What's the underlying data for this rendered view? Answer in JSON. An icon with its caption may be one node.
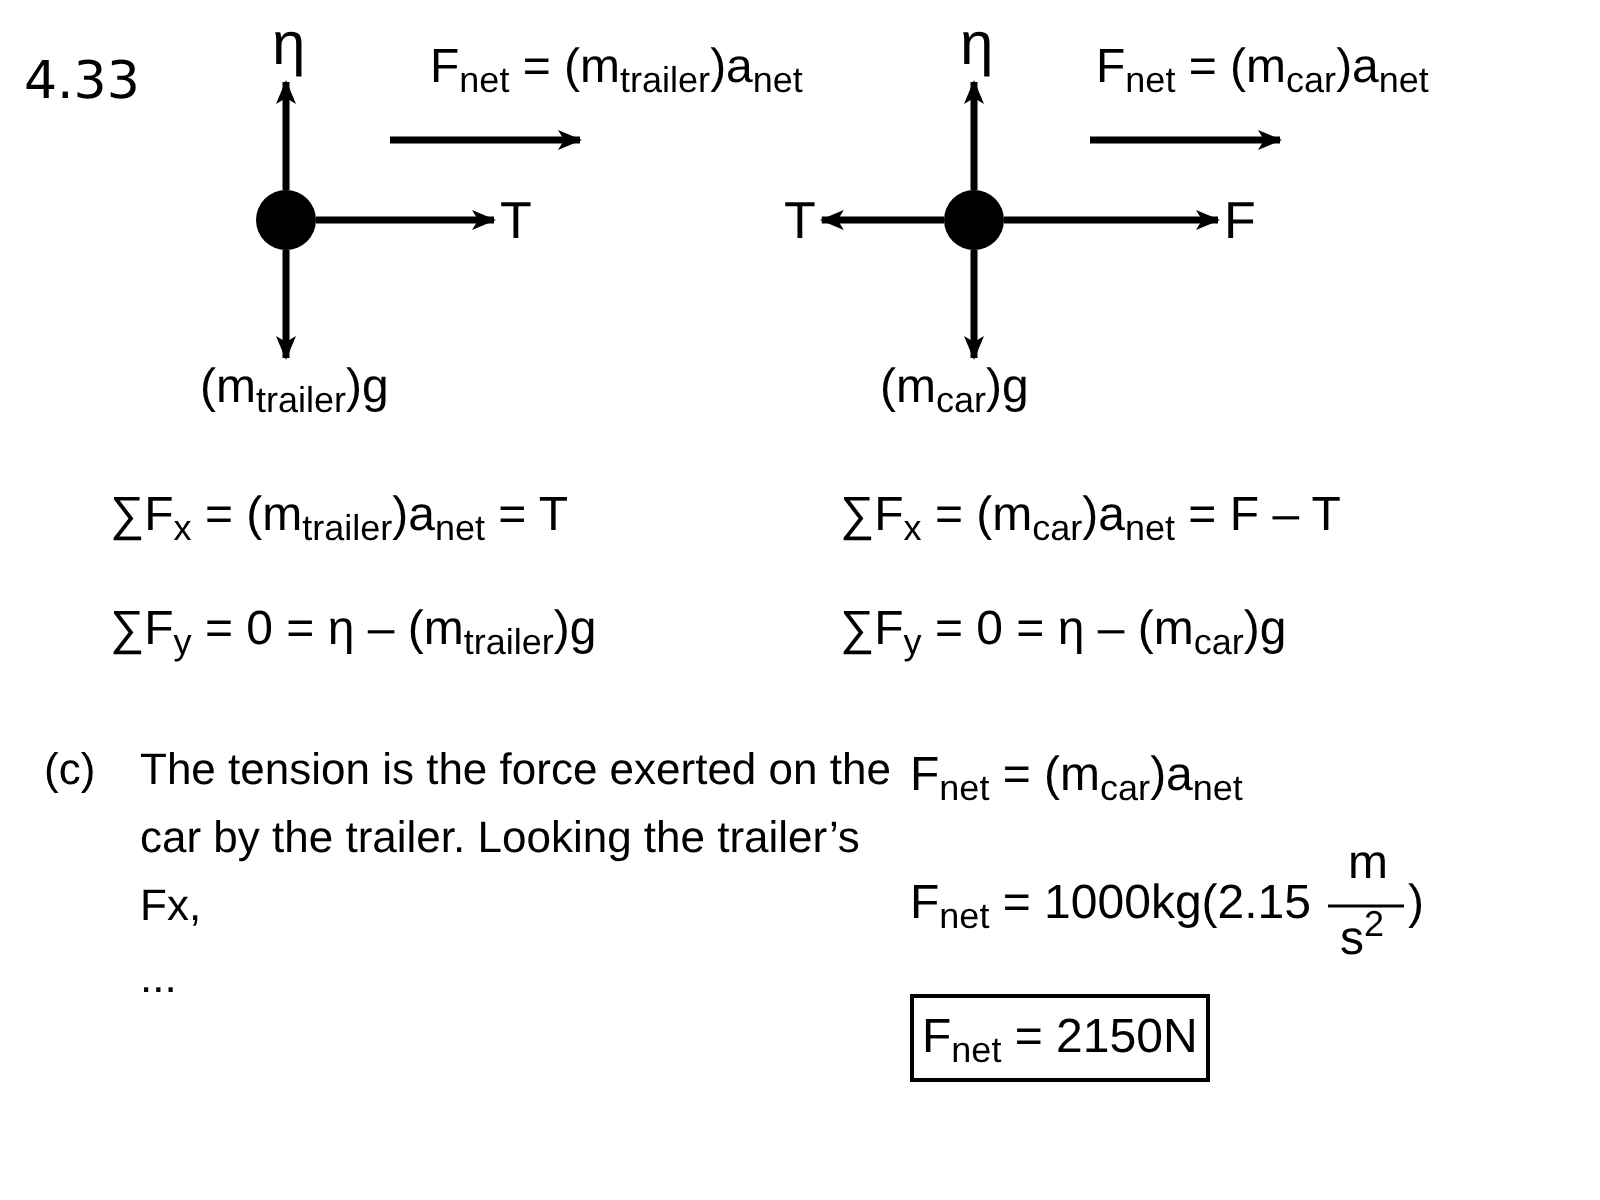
{
  "diagram": {
    "nodes": [
      {
        "text": [],
        "shape": "circle"
      },
      {
        "text": [
          "η"
        ]
      },
      {
        "text": [
          "T"
        ]
      },
      {
        "text": [
          "(m$_{trailer}$)g"
        ]
      },
      {
        "text": [],
        "shape": "circle"
      },
      {
        "text": [
          "η"
        ]
      },
      {
        "text": [
          "T"
        ]
      },
      {
        "text": [
          "F"
        ]
      },
      {
        "text": [
          "(m$_{car}$)g"
        ]
      },
      {
        "text": [
          "F$_{net}$ = 2150N"
        ]
      }
    ],
    "edges": [
      {
        "from": 0,
        "to": 1,
        "arrow": "to"
      },
      {
        "from": 0,
        "to": 2,
        "arrow": "to"
      },
      {
        "from": 0,
        "to": 3,
        "arrow": "to"
      },
      {
        "from": 4,
        "to": 5,
        "arrow": "to"
      },
      {
        "from": 4,
        "to": 6,
        "arrow": "to"
      },
      {
        "from": 4,
        "to": 7,
        "arrow": "to"
      },
      {
        "from": 4,
        "to": 8,
        "arrow": "to"
      }
    ],
    "labels": [
      "4.33",
      "F$_{net}$ = (m$_{trailer}$)a$_{net}$",
      "F$_{net}$ = (m$_{car}$)a$_{net}$",
      "∑F$_{x}$ = (m$_{trailer}$)a$_{net}$ = T",
      "∑F$_{x}$ = (m$_{car}$)a$_{net}$ = F – T",
      "∑F$_{y}$ = 0 = η – (m$_{trailer}$)g",
      "∑F$_{y}$ = 0 = η – (m$_{car}$)g",
      "(c)",
      "The tension is the force exerted on the car by the trailer. Looking the trailer’s Fx,",
      "...",
      "F$_{net}$ = (m$_{car}$)a$_{net}$",
      "F$_{net}$ = 1000kg(2.15",
      "m",
      "s$^{2}$",
      ")"
    ]
  }
}
